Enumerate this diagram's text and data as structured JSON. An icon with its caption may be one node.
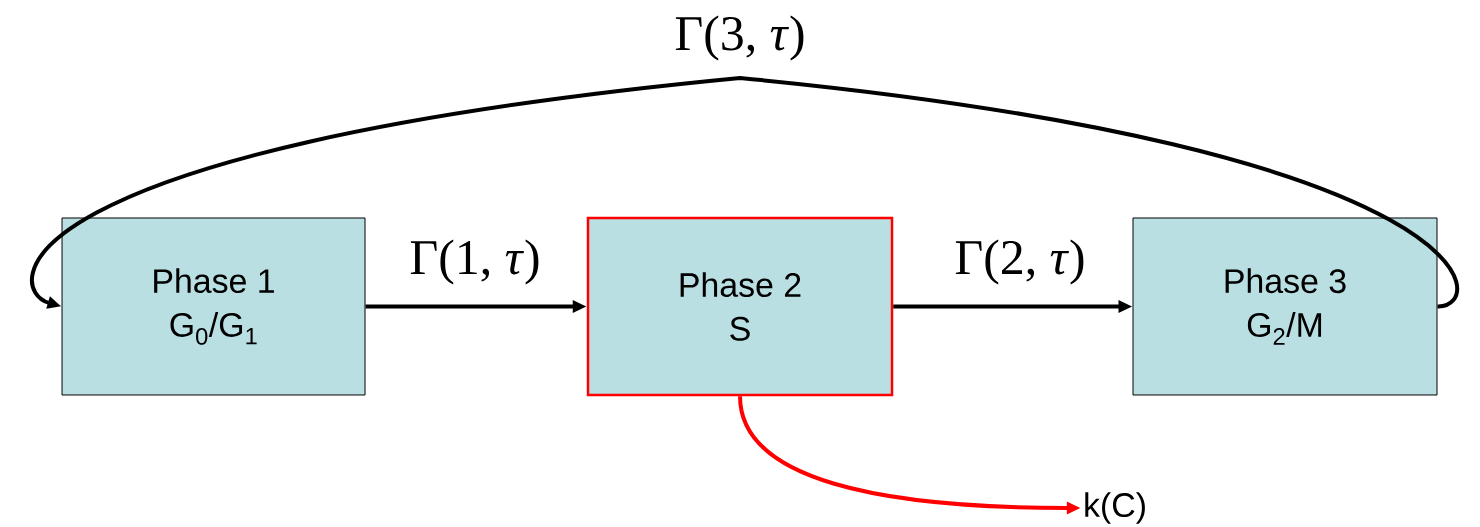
{
  "diagram": {
    "nodes": [
      {
        "text": [
          "Phase 1",
          "G$_{0}$/G$_{1}$"
        ]
      },
      {
        "text": [
          "Phase 2",
          "S"
        ]
      },
      {
        "text": [
          "Phase 3",
          "G$_{2}$/M"
        ]
      },
      {
        "text": [
          "k(C)"
        ]
      }
    ],
    "edges": [
      {
        "from": 0,
        "to": 1,
        "arrow": "to",
        "label": "Γ(1, *τ*)"
      },
      {
        "from": 1,
        "to": 2,
        "arrow": "to",
        "label": "Γ(2, *τ*)"
      },
      {
        "from": 2,
        "to": 0,
        "arrow": "to",
        "label": "Γ(3, *τ*)"
      },
      {
        "from": 1,
        "to": 3,
        "arrow": "to",
        "color": "#ff0000"
      }
    ]
  }
}
